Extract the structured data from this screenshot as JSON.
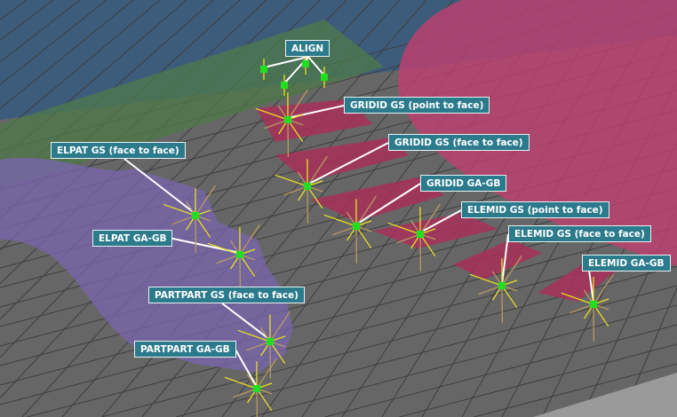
{
  "labels": {
    "align": "ALIGN",
    "gridid_gs_point": "GRIDID GS (point to face)",
    "gridid_gs_face": "GRIDID GS (face to face)",
    "gridid_ga_gb": "GRIDID GA-GB",
    "elemid_gs_point": "ELEMID GS (point to face)",
    "elemid_gs_face": "ELEMID GS (face to face)",
    "elemid_ga_gb": "ELEMID GA-GB",
    "elpat_gs_face": "ELPAT GS (face to face)",
    "elpat_ga_gb": "ELPAT GA-GB",
    "partpart_gs_face": "PARTPART GS (face to face)",
    "partpart_ga_gb": "PARTPART GA-GB"
  },
  "colors": {
    "label_bg": "#2b7b8d",
    "node": "#22dd22",
    "spider": "#e8e020",
    "ground": "#666666",
    "sky": "#3a5a7a",
    "pink_part": "#c0406f",
    "purple_part": "#7a66b0",
    "green_plate": "#4f7a4a"
  }
}
